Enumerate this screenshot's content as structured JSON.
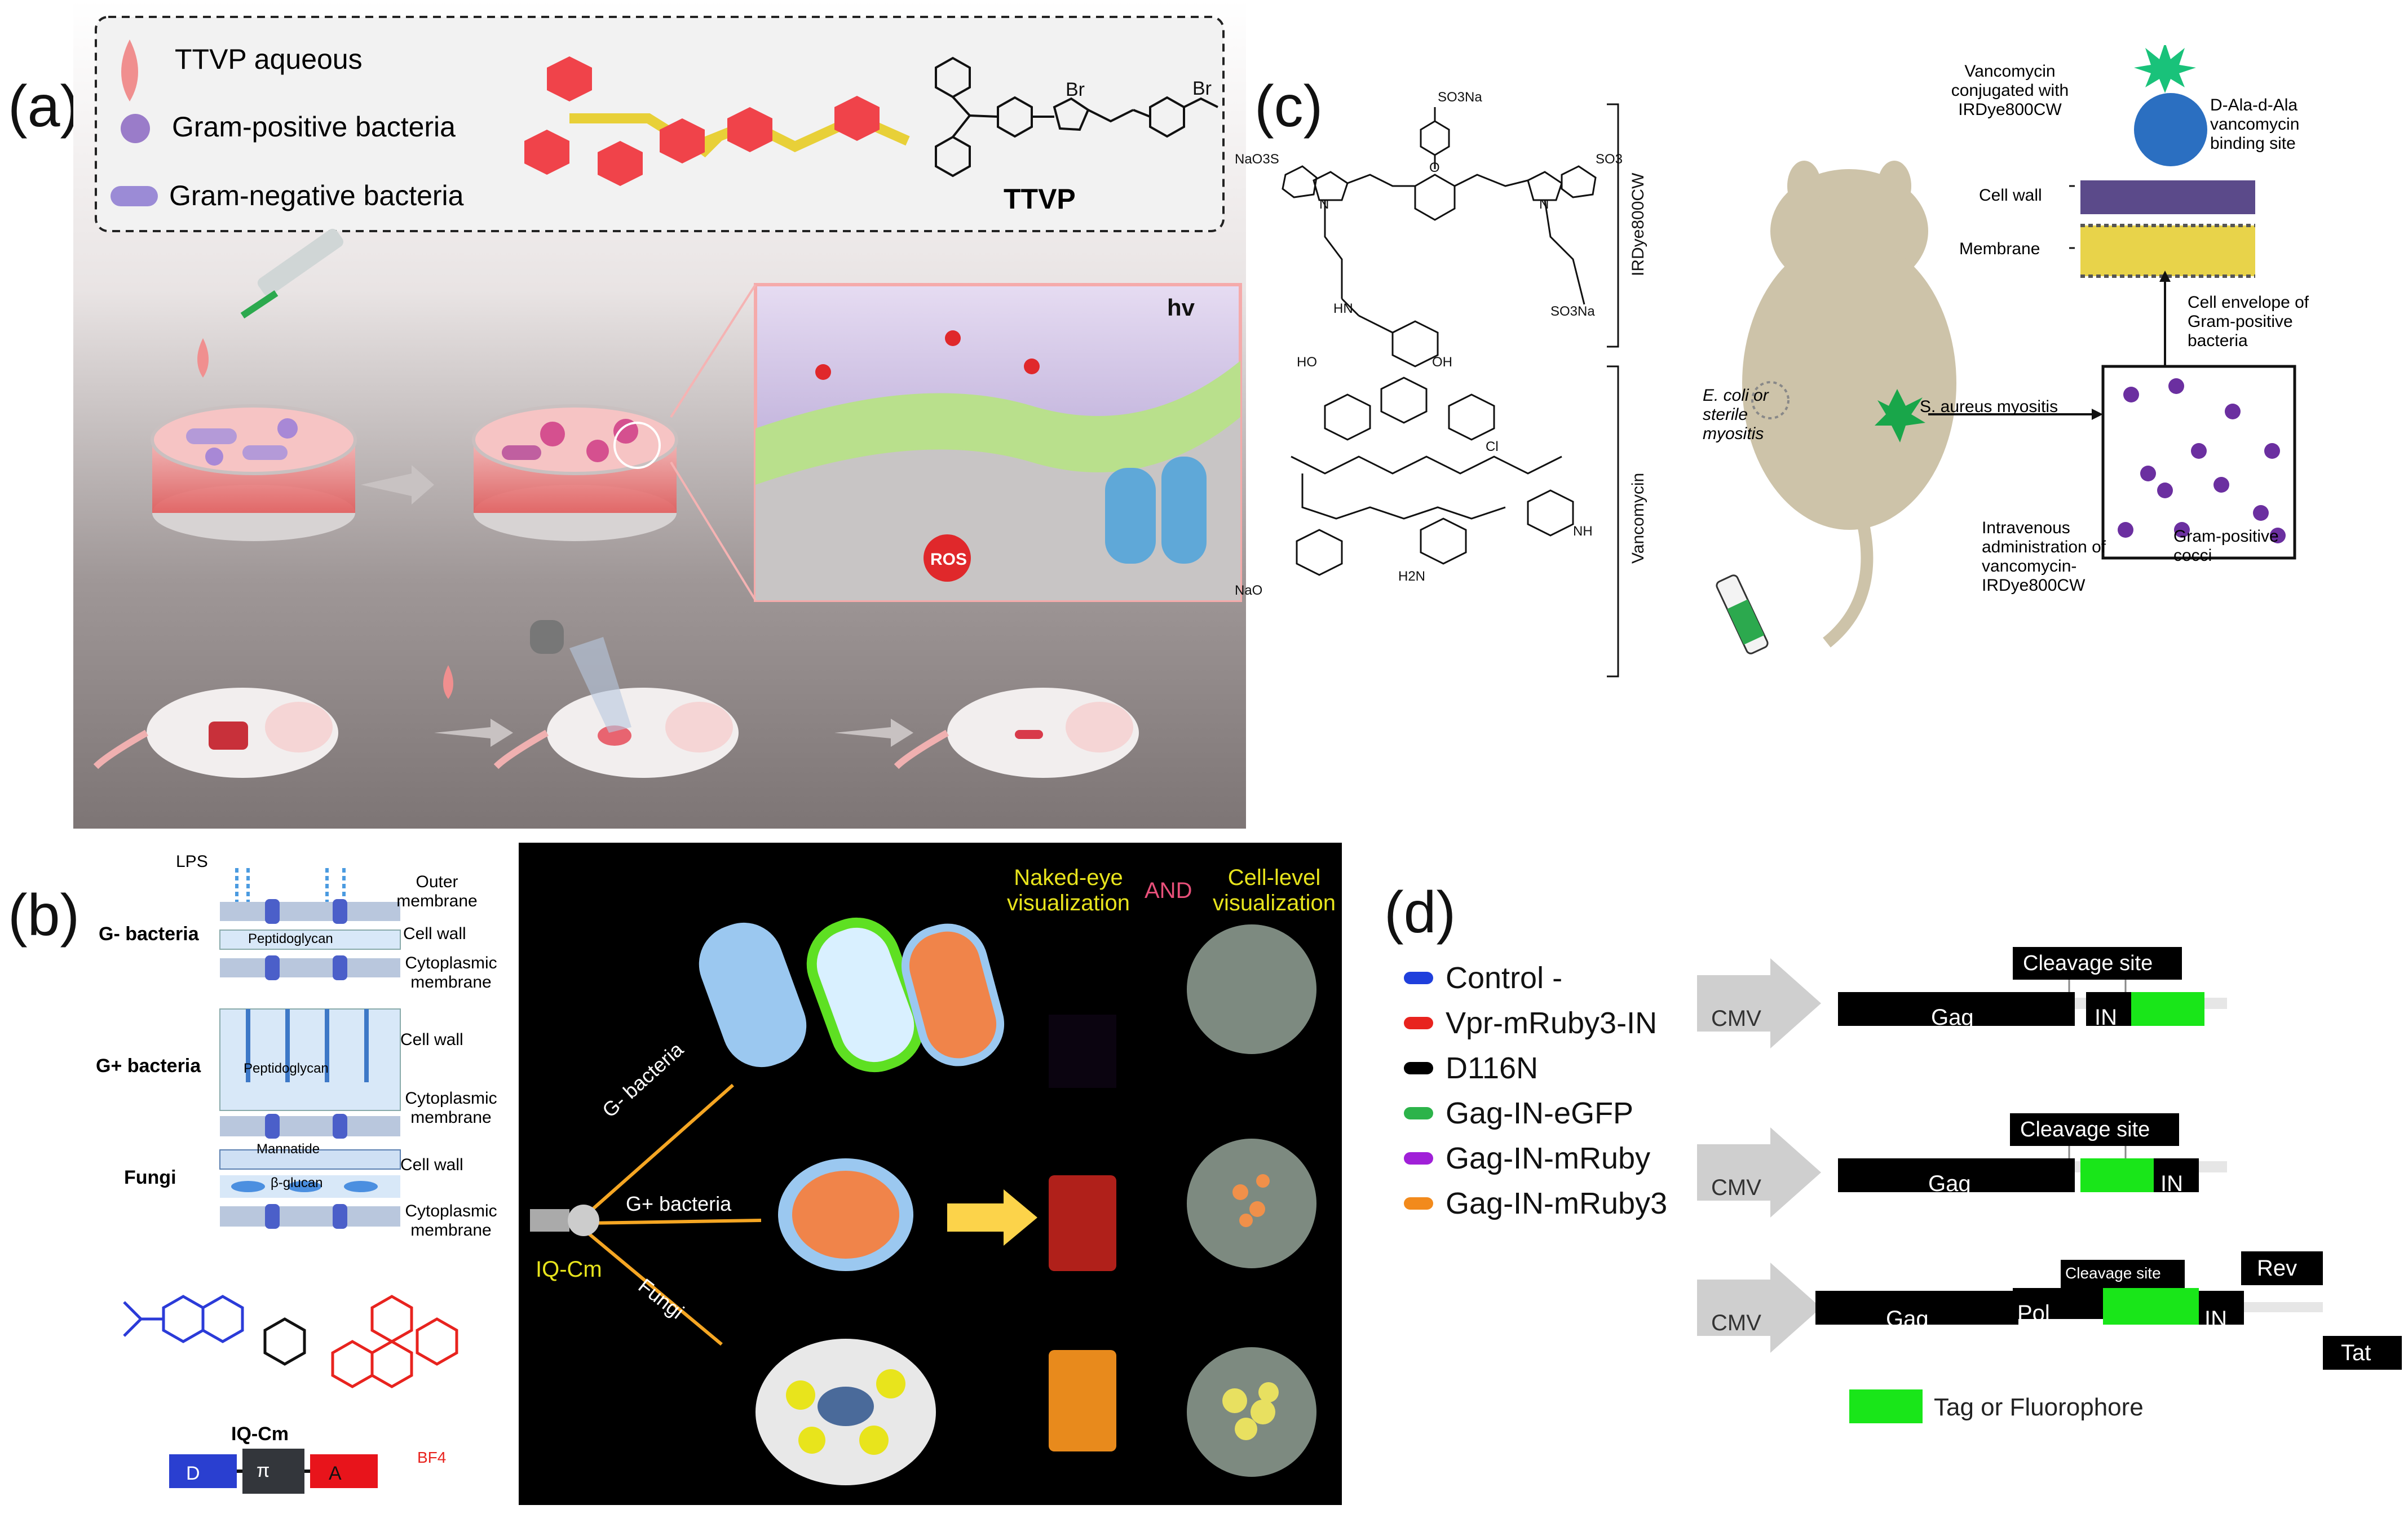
{
  "panels": {
    "a": {
      "label": "(a)",
      "legend": {
        "ttvp_aqueous": "TTVP aqueous",
        "gram_positive": "Gram-positive bacteria",
        "gram_negative": "Gram-negative bacteria"
      },
      "molecule_name": "TTVP",
      "br1": "Br",
      "br2": "Br",
      "hv": "hv",
      "ros": "ROS"
    },
    "b": {
      "label": "(b)",
      "lps": "LPS",
      "outer_membrane": "Outer membrane",
      "g_neg_bacteria": "G- bacteria",
      "peptidoglycan": "Peptidoglycan",
      "cell_wall": "Cell wall",
      "cytoplasmic_membrane": "Cytoplasmic membrane",
      "g_pos_bacteria": "G+ bacteria",
      "cell_wall_2": "Cell wall",
      "peptidoglycan_2": "Peptidoglycan",
      "cytoplasmic_membrane_2": "Cytoplasmic membrane",
      "fungi": "Fungi",
      "mannatide": "Mannatide",
      "cell_wall_3": "Cell wall",
      "beta_glucan": "β-glucan",
      "cytoplasmic_membrane_3": "Cytoplasmic membrane",
      "probe_name": "IQ-Cm",
      "d": "D",
      "pi": "π",
      "a": "A",
      "bf4": "BF4",
      "naked_eye": "Naked-eye visualization",
      "and": "AND",
      "cell_level": "Cell-level visualization",
      "arrow_g_neg": "G- bacteria",
      "arrow_g_pos": "G+ bacteria",
      "arrow_fungi": "Fungi",
      "iq_cm_dark": "IQ-Cm"
    },
    "c": {
      "label": "(c)",
      "irdye": "IRDye800CW",
      "vancomycin": "Vancomycin",
      "vanc_conj": "Vancomycin conjugated with IRDye800CW",
      "binding_site": "D-Ala-d-Ala vancomycin binding site",
      "cell_wall": "Cell wall",
      "membrane": "Membrane",
      "cell_envelope": "Cell envelope of Gram-positive bacteria",
      "ecoli": "E. coli or sterile myositis",
      "s_aureus": "S. aureus myositis",
      "iv_admin": "Intravenous administration of vancomycin-IRDye800CW",
      "gram_pos_cocci": "Gram-positive cocci",
      "so3na_top": "SO3Na",
      "nao3s": "NaO3S",
      "so3_right": "SO3",
      "so3na_bottom": "SO3Na",
      "n_left": "N",
      "n_right": "N",
      "o_top": "O",
      "hn": "HN",
      "ho": "HO",
      "oh": "OH",
      "nao": "NaO",
      "h2n": "H2N",
      "nh": "NH",
      "cl": "Cl"
    },
    "d": {
      "label": "(d)",
      "legend": [
        {
          "label": "Control -",
          "color": "#1f3fdc"
        },
        {
          "label": "Vpr-mRuby3-IN",
          "color": "#e8231e"
        },
        {
          "label": "D116N",
          "color": "#000000"
        },
        {
          "label": "Gag-IN-eGFP",
          "color": "#2cb34a"
        },
        {
          "label": "Gag-IN-mRuby",
          "color": "#a020d8"
        },
        {
          "label": "Gag-IN-mRuby3",
          "color": "#f28a1c"
        }
      ],
      "constructs": [
        {
          "cmv": "CMV",
          "gag": "Gag",
          "in": "IN",
          "cleavage": "Cleavage site"
        },
        {
          "cmv": "CMV",
          "gag": "Gag",
          "in": "IN",
          "cleavage": "Cleavage site"
        },
        {
          "cmv": "CMV",
          "gag": "Gag",
          "pol": "Pol",
          "in": "IN",
          "cleavage": "Cleavage site",
          "rev": "Rev",
          "tat": "Tat"
        }
      ],
      "tag_legend": "Tag or Fluorophore",
      "tag_color": "#19e619"
    }
  }
}
